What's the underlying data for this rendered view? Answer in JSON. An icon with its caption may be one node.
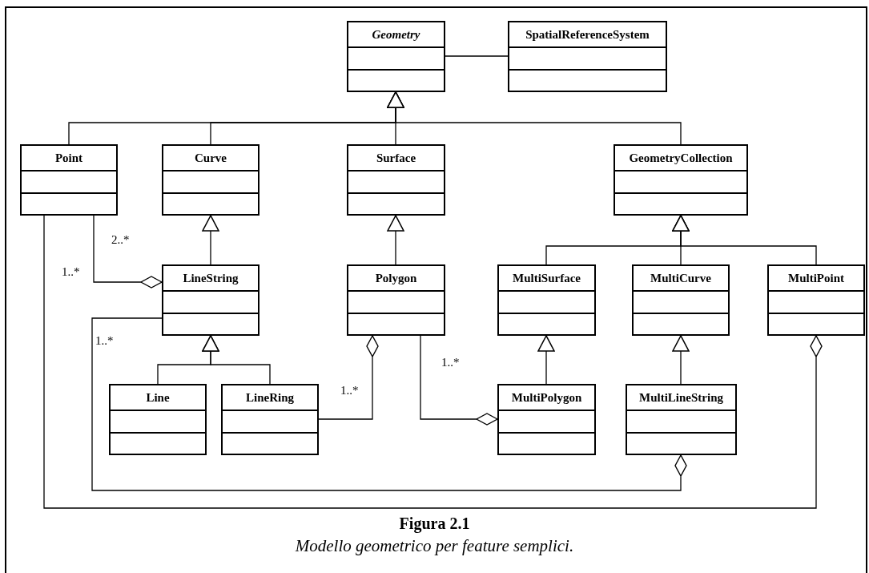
{
  "diagram": {
    "caption": "Modello geometrico per feature semplici.",
    "nodes": [
      {
        "text": [
          "Geometry"
        ]
      },
      {
        "text": [
          "SpatialReferenceSystem"
        ]
      },
      {
        "text": [
          "Point"
        ]
      },
      {
        "text": [
          "Curve"
        ]
      },
      {
        "text": [
          "Surface"
        ]
      },
      {
        "text": [
          "GeometryCollection"
        ]
      },
      {
        "text": [
          "LineString"
        ]
      },
      {
        "text": [
          "Polygon"
        ]
      },
      {
        "text": [
          "MultiSurface"
        ]
      },
      {
        "text": [
          "MultiCurve"
        ]
      },
      {
        "text": [
          "MultiPoint"
        ]
      },
      {
        "text": [
          "Line"
        ]
      },
      {
        "text": [
          "LineRing"
        ]
      },
      {
        "text": [
          "MultiPolygon"
        ]
      },
      {
        "text": [
          "MultiLineString"
        ]
      }
    ],
    "edges": [
      {
        "from": 0,
        "to": 1,
        "arrow": "none"
      },
      {
        "from": 2,
        "to": 0,
        "arrow": "to"
      },
      {
        "from": 3,
        "to": 0,
        "arrow": "to"
      },
      {
        "from": 4,
        "to": 0,
        "arrow": "to"
      },
      {
        "from": 5,
        "to": 0,
        "arrow": "to"
      },
      {
        "from": 6,
        "to": 3,
        "arrow": "to"
      },
      {
        "from": 7,
        "to": 4,
        "arrow": "to"
      },
      {
        "from": 8,
        "to": 5,
        "arrow": "to"
      },
      {
        "from": 9,
        "to": 5,
        "arrow": "to"
      },
      {
        "from": 10,
        "to": 5,
        "arrow": "to"
      },
      {
        "from": 13,
        "to": 8,
        "arrow": "to"
      },
      {
        "from": 14,
        "to": 9,
        "arrow": "to"
      },
      {
        "from": 11,
        "to": 6,
        "arrow": "to"
      },
      {
        "from": 12,
        "to": 6,
        "arrow": "to"
      },
      {
        "from": 2,
        "to": 6,
        "arrow": "other",
        "label": "2..*"
      },
      {
        "from": 6,
        "to": 14,
        "arrow": "other",
        "label": "1..*"
      },
      {
        "from": 12,
        "to": 7,
        "arrow": "other",
        "label": "1..*"
      },
      {
        "from": 7,
        "to": 13,
        "arrow": "other",
        "label": "1..*"
      },
      {
        "from": 2,
        "to": 10,
        "arrow": "other"
      }
    ],
    "labels": [
      "1..*",
      "Figura 2.1"
    ]
  }
}
